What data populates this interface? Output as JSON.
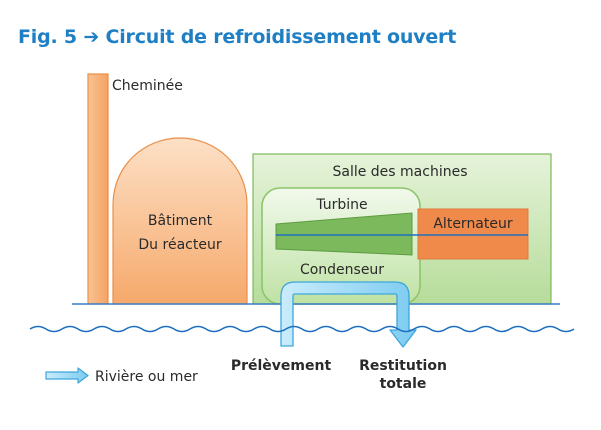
{
  "title": "Fig. 5 ➔ Circuit de refroidissement ouvert",
  "labels": {
    "chimney": "Cheminée",
    "reactor_line1": "Bâtiment",
    "reactor_line2": "Du réacteur",
    "machine_room": "Salle des machines",
    "turbine": "Turbine",
    "alternator": "Alternateur",
    "condenser": "Condenseur",
    "intake": "Prélèvement",
    "return_line1": "Restitution",
    "return_line2": "totale"
  },
  "legend": {
    "label": "Rivière ou mer"
  },
  "colors": {
    "title": "#1f7fc4",
    "orange": "#f7b27a",
    "green": "#c6e3b1",
    "dark_green": "#7cb95c",
    "alternator": "#f08a4b",
    "water": "#1f6fc0",
    "arrow": "#8fd3f5"
  }
}
